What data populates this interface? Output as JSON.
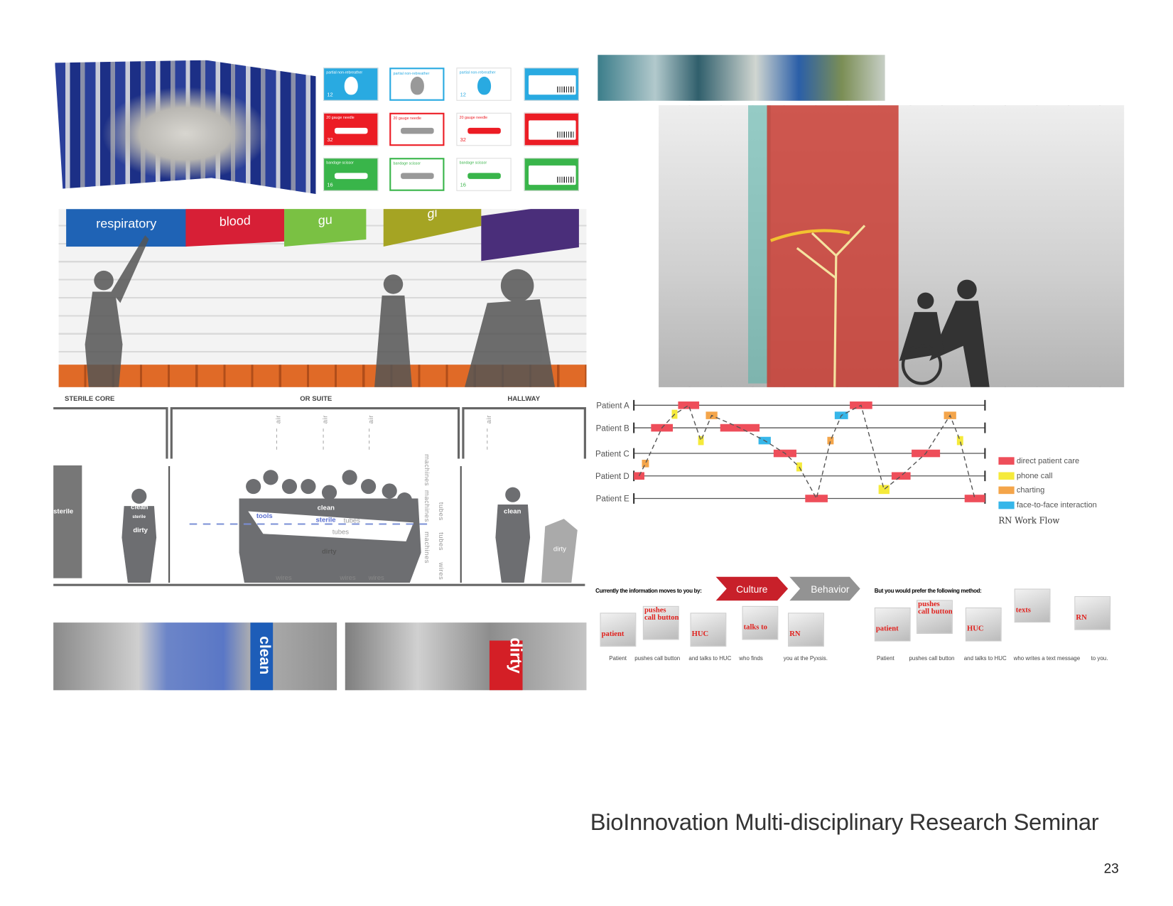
{
  "supply_cards": {
    "rows": [
      {
        "item": "partial non-rebreather",
        "count": "12",
        "color": "#29aae1"
      },
      {
        "item": "20 gauge needle",
        "count": "32",
        "color": "#ec1c24"
      },
      {
        "item": "bandage scissor",
        "count": "16",
        "color": "#39b54a"
      }
    ]
  },
  "shelving": {
    "sections": [
      {
        "label": "respiratory",
        "color": "#1f63b5"
      },
      {
        "label": "blood",
        "color": "#d71f36"
      },
      {
        "label": "gu",
        "color": "#7ac143"
      },
      {
        "label": "gi",
        "color": "#a5a423"
      }
    ]
  },
  "diagram": {
    "zones": [
      "STERILE CORE",
      "OR SUITE",
      "HALLWAY"
    ],
    "air_label": "air",
    "sterile_label": "sterile",
    "person_labels": {
      "clean": "clean",
      "sterile": "sterile",
      "dirty": "dirty"
    },
    "or_labels": {
      "tools": "tools",
      "clean": "clean",
      "sterile": "sterile",
      "tubes": "tubes",
      "dirty": "dirty",
      "wires": "wires"
    },
    "side_labels": {
      "machines": "machines",
      "tubes": "tubes",
      "wires": "wires"
    },
    "hallway_labels": {
      "clean": "clean",
      "dirty": "dirty"
    }
  },
  "photos": {
    "clean_banner": "clean",
    "dirty_banner": "dirty"
  },
  "chart_data": {
    "type": "timeline",
    "title": "RN Work Flow",
    "rows": [
      "Patient A",
      "Patient B",
      "Patient C",
      "Patient D",
      "Patient E"
    ],
    "xlim": [
      0,
      100
    ],
    "legend": [
      {
        "key": "direct",
        "label": "direct patient care",
        "color": "#ee4e5a"
      },
      {
        "key": "phone",
        "label": "phone call",
        "color": "#f5ea3b"
      },
      {
        "key": "charting",
        "label": "charting",
        "color": "#f4a54a"
      },
      {
        "key": "face",
        "label": "face-to-face interaction",
        "color": "#36b6e9"
      }
    ],
    "legend_position": "right",
    "events": [
      {
        "type": "direct",
        "row": 3,
        "start": 0,
        "end": 3
      },
      {
        "type": "charting",
        "row": 2.45,
        "start": 2.3,
        "end": 4.3
      },
      {
        "type": "direct",
        "row": 1,
        "start": 4.9,
        "end": 11.1
      },
      {
        "type": "phone",
        "row": 0.4,
        "start": 10.8,
        "end": 12.4
      },
      {
        "type": "direct",
        "row": 0,
        "start": 12.6,
        "end": 18.6
      },
      {
        "type": "phone",
        "row": 1.5,
        "start": 18.3,
        "end": 19.9
      },
      {
        "type": "charting",
        "row": 0.45,
        "start": 20.5,
        "end": 23.8
      },
      {
        "type": "direct",
        "row": 1,
        "start": 24.6,
        "end": 35.8
      },
      {
        "type": "face",
        "row": 1.5,
        "start": 35.5,
        "end": 39
      },
      {
        "type": "direct",
        "row": 2,
        "start": 39.8,
        "end": 46.3
      },
      {
        "type": "phone",
        "row": 2.6,
        "start": 46.3,
        "end": 47.9
      },
      {
        "type": "direct",
        "row": 4,
        "start": 48.8,
        "end": 55.2
      },
      {
        "type": "charting",
        "row": 1.5,
        "start": 55.1,
        "end": 56.9
      },
      {
        "type": "face",
        "row": 0.45,
        "start": 57.2,
        "end": 61
      },
      {
        "type": "direct",
        "row": 0,
        "start": 61.5,
        "end": 67.9
      },
      {
        "type": "phone",
        "row": 3.6,
        "start": 69.7,
        "end": 72.8
      },
      {
        "type": "direct",
        "row": 3,
        "start": 73.4,
        "end": 78.8
      },
      {
        "type": "direct",
        "row": 2,
        "start": 79.1,
        "end": 87.2
      },
      {
        "type": "charting",
        "row": 0.45,
        "start": 88.3,
        "end": 91.8
      },
      {
        "type": "phone",
        "row": 1.5,
        "start": 92,
        "end": 93.8
      },
      {
        "type": "direct",
        "row": 4,
        "start": 94.2,
        "end": 100
      }
    ]
  },
  "flow": {
    "current_intro": "Currently the information moves to you by:",
    "preferred_intro": "But you would prefer the following method:",
    "chevrons": [
      "Culture",
      "Behavior"
    ],
    "current": [
      {
        "tag": "patient",
        "caption": "Patient"
      },
      {
        "tag": "pushes call button",
        "caption": "pushes call button"
      },
      {
        "tag": "HUC",
        "caption": "and talks to HUC"
      },
      {
        "tag": "talks to",
        "caption": "who finds"
      },
      {
        "tag": "RN",
        "caption": "you at the Pyxsis."
      }
    ],
    "preferred": [
      {
        "tag": "patient",
        "caption": "Patient"
      },
      {
        "tag": "pushes call button",
        "caption": "pushes call button"
      },
      {
        "tag": "HUC",
        "caption": "and talks to HUC"
      },
      {
        "tag": "texts",
        "caption": "who writes a text message"
      },
      {
        "tag": "RN",
        "caption": "to you."
      }
    ]
  },
  "footer": {
    "title": "BioInnovation Multi-disciplinary Research Seminar",
    "page": "23"
  }
}
